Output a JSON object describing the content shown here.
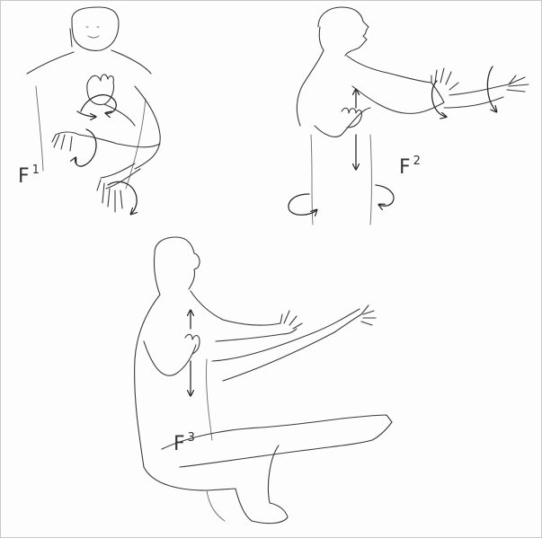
{
  "figures": [
    {
      "id": "f1",
      "letter": "F",
      "number": "1"
    },
    {
      "id": "f2",
      "letter": "F",
      "number": "2"
    },
    {
      "id": "f3",
      "letter": "F",
      "number": "3"
    }
  ],
  "colors": {
    "ink": "#3a3a3a",
    "paper": "#fdfdfd",
    "border": "#c8c8c8"
  }
}
